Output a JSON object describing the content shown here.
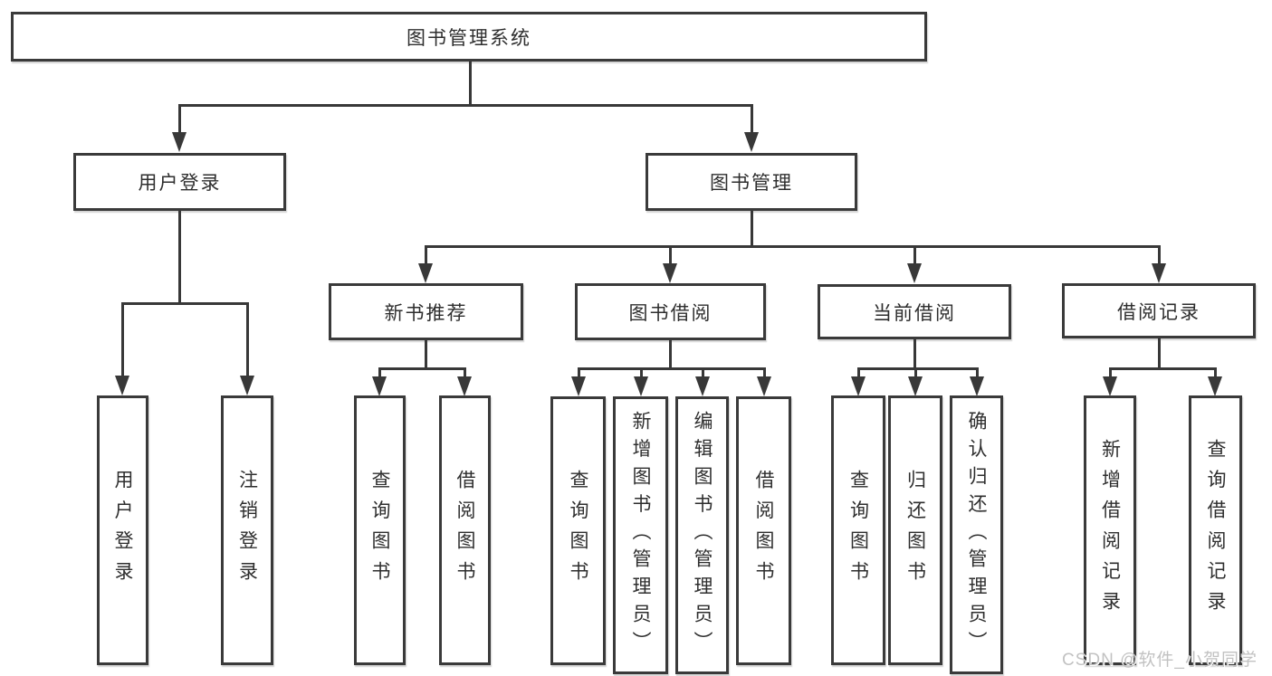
{
  "diagram": {
    "type": "hierarchy-tree",
    "line_color": "#383838",
    "box_background": "#ffffff",
    "nodes": {
      "root": {
        "label": "图书管理系统"
      },
      "user_login": {
        "label": "用户登录",
        "parent": "图书管理系统"
      },
      "book_mgmt": {
        "label": "图书管理",
        "parent": "图书管理系统"
      },
      "new_book": {
        "label": "新书推荐",
        "parent": "图书管理"
      },
      "book_borrow": {
        "label": "图书借阅",
        "parent": "图书管理"
      },
      "current_borrow": {
        "label": "当前借阅",
        "parent": "图书管理"
      },
      "borrow_record": {
        "label": "借阅记录",
        "parent": "图书管理"
      }
    },
    "leaves": [
      {
        "label": "用户登录",
        "parent": "用户登录"
      },
      {
        "label": "注销登录",
        "parent": "用户登录"
      },
      {
        "label": "查询图书",
        "parent": "新书推荐"
      },
      {
        "label": "借阅图书",
        "parent": "新书推荐"
      },
      {
        "label": "查询图书",
        "parent": "图书借阅"
      },
      {
        "label": "新增图书（管理员）",
        "parent": "图书借阅"
      },
      {
        "label": "编辑图书（管理员）",
        "parent": "图书借阅"
      },
      {
        "label": "借阅图书",
        "parent": "图书借阅"
      },
      {
        "label": "查询图书",
        "parent": "当前借阅"
      },
      {
        "label": "归还图书",
        "parent": "当前借阅"
      },
      {
        "label": "确认归还（管理员）",
        "parent": "当前借阅"
      },
      {
        "label": "新增借阅记录",
        "parent": "借阅记录"
      },
      {
        "label": "查询借阅记录",
        "parent": "借阅记录"
      }
    ],
    "watermark": "CSDN @软件_小贺同学"
  }
}
